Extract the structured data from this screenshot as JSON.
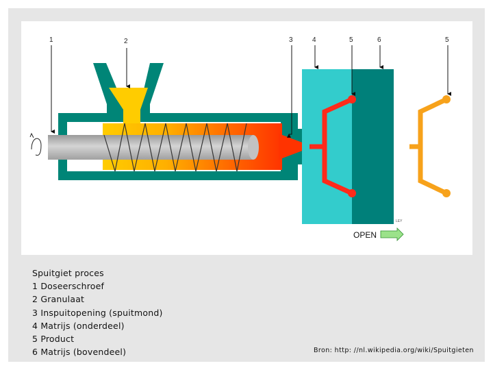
{
  "diagram": {
    "callouts": [
      "1",
      "2",
      "3",
      "4",
      "5",
      "6",
      "5"
    ],
    "mark": "LEY",
    "open_label": "OPEN",
    "colors": {
      "barrel": "#008577",
      "mold_lower": "#33cccc",
      "mold_upper": "#00807a",
      "granulate": "#ffcc00",
      "melt": "#ff3300",
      "product": "#ff2a1a",
      "ejected_product": "#f7a21b",
      "screw": "#bbbbbb"
    }
  },
  "caption": {
    "title": "Spuitgiet proces",
    "items": [
      "1 Doseerschroef",
      "2 Granulaat",
      "3 Inspuitopening (spuitmond)",
      "4 Matrijs (onderdeel)",
      "5 Product",
      "6 Matrijs (bovendeel)"
    ]
  },
  "source": "Bron: http: //nl.wikipedia.org/wiki/Spuitgieten"
}
